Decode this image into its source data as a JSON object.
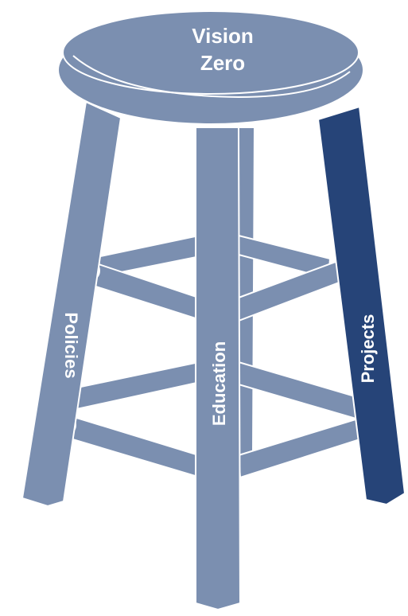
{
  "seat": {
    "line1": "Vision",
    "line2": "Zero"
  },
  "legs": {
    "left": "Policies",
    "center": "Education",
    "right": "Projects"
  },
  "colors": {
    "stool": "#7b8fb0",
    "highlight_leg": "#264478",
    "outline": "#ffffff"
  }
}
